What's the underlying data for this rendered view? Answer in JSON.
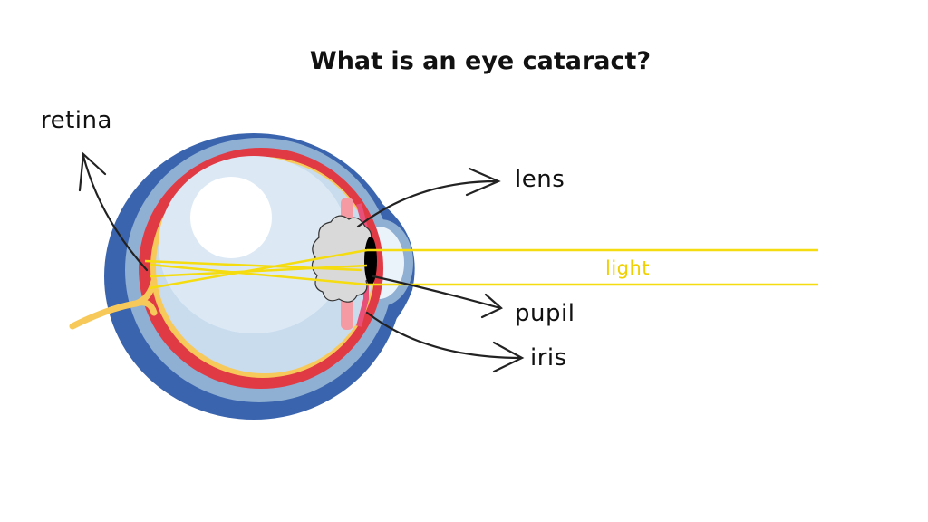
{
  "title": "What is an eye cataract?",
  "labels": {
    "retina": "retina",
    "lens": "lens",
    "pupil": "pupil",
    "iris": "iris",
    "light": "light"
  },
  "colors": {
    "sclera": "#3a64ae",
    "choroid": "#8fb0d2",
    "retina_red": "#e03a44",
    "nerve": "#f7c95a",
    "light": "#f5dc10",
    "vitreous": "#dce9f5",
    "cataract_lens": "#d9d9d9",
    "iris": "#f07e8a"
  }
}
